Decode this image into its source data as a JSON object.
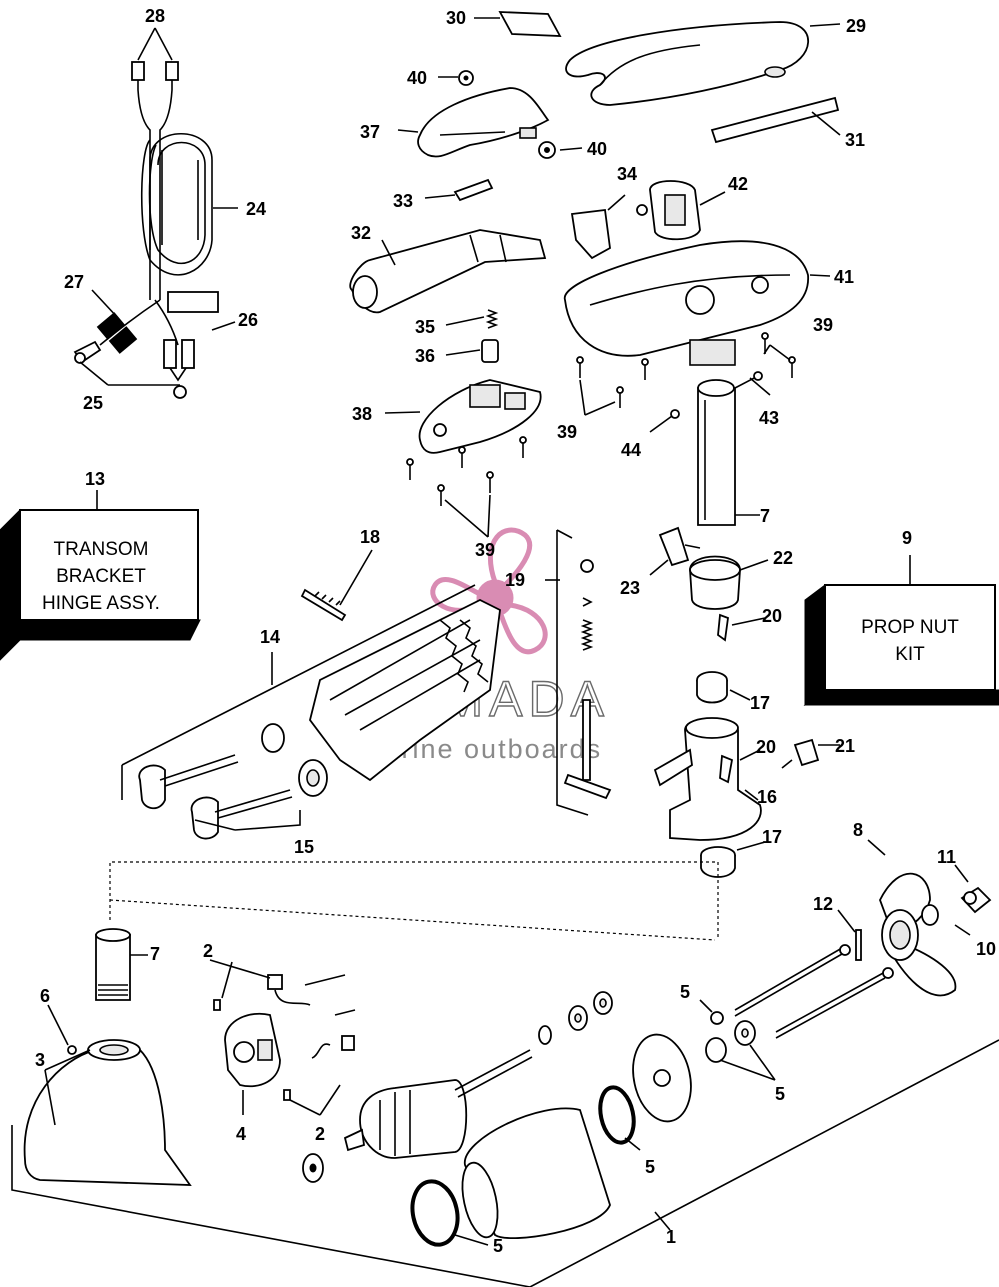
{
  "callouts": {
    "n1": "1",
    "n2a": "2",
    "n2b": "2",
    "n3": "3",
    "n4": "4",
    "n5a": "5",
    "n5b": "5",
    "n5c": "5",
    "n5d": "5",
    "n6": "6",
    "n7a": "7",
    "n7b": "7",
    "n8": "8",
    "n9": "9",
    "n10": "10",
    "n11": "11",
    "n12": "12",
    "n13": "13",
    "n14": "14",
    "n15": "15",
    "n16": "16",
    "n17a": "17",
    "n17b": "17",
    "n18": "18",
    "n19": "19",
    "n20a": "20",
    "n20b": "20",
    "n21": "21",
    "n22": "22",
    "n23": "23",
    "n24": "24",
    "n25": "25",
    "n26": "26",
    "n27": "27",
    "n28": "28",
    "n29": "29",
    "n30": "30",
    "n31": "31",
    "n32": "32",
    "n33": "33",
    "n34": "34",
    "n35": "35",
    "n36": "36",
    "n37": "37",
    "n38": "38",
    "n39a": "39",
    "n39b": "39",
    "n39c": "39",
    "n40a": "40",
    "n40b": "40",
    "n41": "41",
    "n42": "42",
    "n43": "43",
    "n44": "44"
  },
  "boxes": {
    "transom": {
      "line1": "TRANSOM",
      "line2": "BRACKET",
      "line3": "HINGE ASSY."
    },
    "propnut": {
      "line1": "PROP NUT",
      "line2": "KIT"
    }
  },
  "watermark": {
    "brand": "ARMADA",
    "tagline": "marine outboards",
    "color": "#d98cb3"
  }
}
